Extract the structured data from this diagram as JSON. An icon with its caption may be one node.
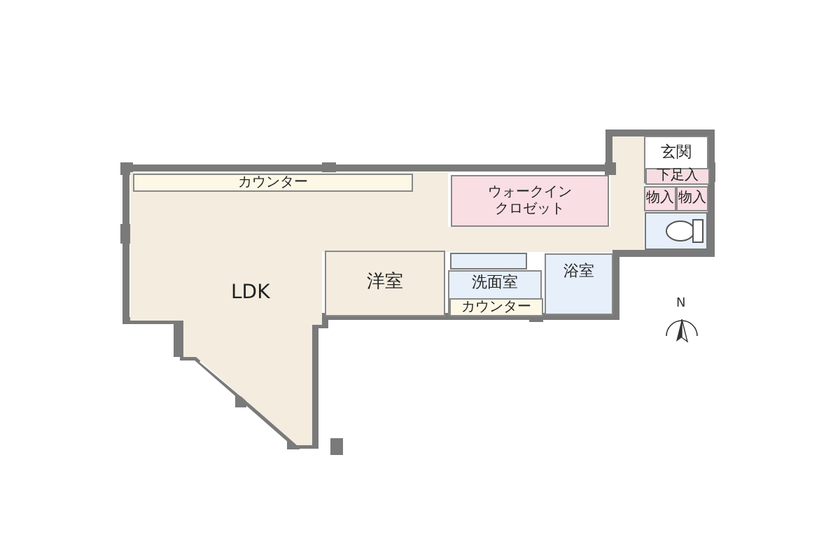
{
  "diagram": {
    "nodes": [
      {
        "text": [
          "玄関"
        ]
      },
      {
        "text": [
          "下足入"
        ],
        "in": 0
      },
      {
        "text": [
          "カウンター"
        ],
        "in": 6
      },
      {
        "text": [
          "ウォークインクロゼット"
        ]
      },
      {
        "text": [
          "物入"
        ]
      },
      {
        "text": [
          "物入"
        ]
      },
      {
        "text": [
          "LDK"
        ]
      },
      {
        "text": [
          "洋室"
        ]
      },
      {
        "text": [
          "洗面室"
        ]
      },
      {
        "text": [
          "浴室"
        ]
      },
      {
        "text": [
          "カウンター"
        ],
        "in": 8
      }
    ],
    "labels": [
      "N"
    ]
  }
}
